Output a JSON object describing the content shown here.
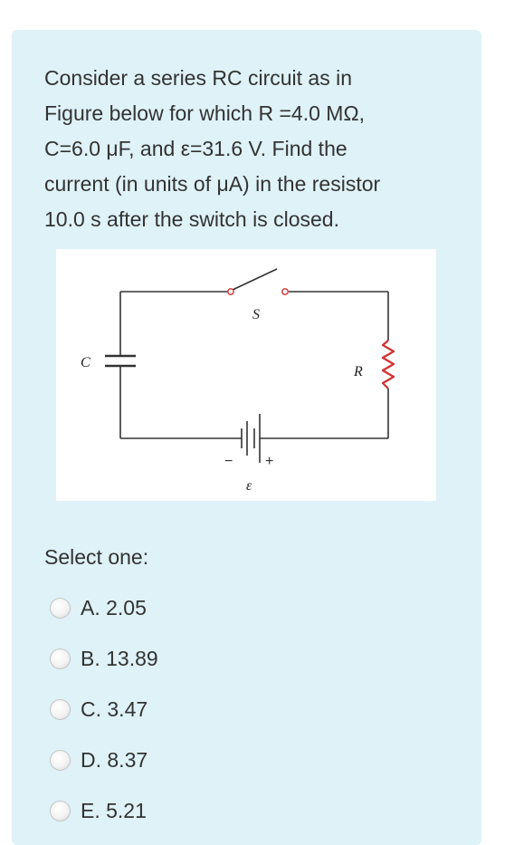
{
  "question": {
    "text": "Consider a series RC circuit as in\nFigure below for which R =4.0 MΩ,\nC=6.0 μF, and ε=31.6 V. Find the\ncurrent (in units of μA) in the resistor\n10.0 s after the switch is closed."
  },
  "figure": {
    "switch_label": "S",
    "capacitor_label": "C",
    "resistor_label": "R",
    "emf_label": "ε",
    "minus_sign": "−",
    "plus_sign": "+",
    "resistor_color": "#d32f2f"
  },
  "answer": {
    "select_label": "Select one:",
    "options": [
      {
        "label": "A. 2.05"
      },
      {
        "label": "B. 13.89"
      },
      {
        "label": "C. 3.47"
      },
      {
        "label": "D. 8.37"
      },
      {
        "label": "E. 5.21"
      }
    ]
  }
}
